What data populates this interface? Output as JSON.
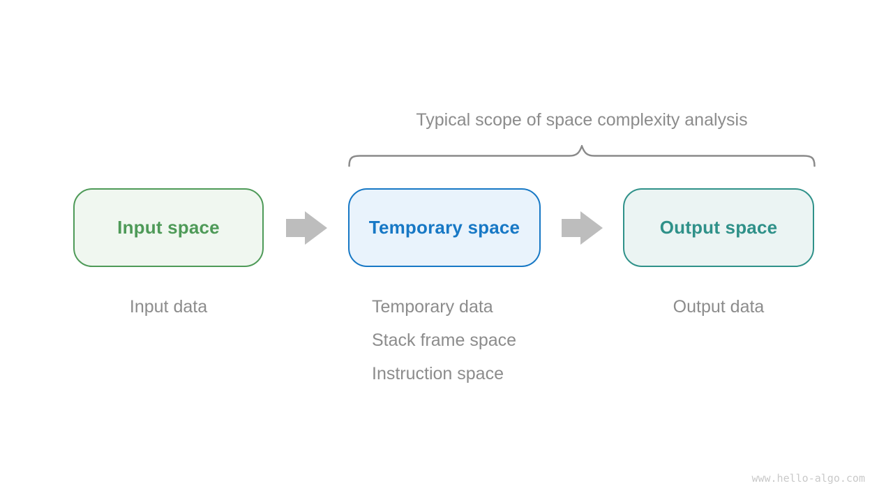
{
  "title": {
    "text": "Typical scope of space complexity analysis",
    "color": "#8c8c8c"
  },
  "brace": {
    "color": "#8a8a8a"
  },
  "boxes": [
    {
      "label": "Input space",
      "border_color": "#4e9a58",
      "fill_color": "#f0f7f0",
      "text_color": "#4e9a58"
    },
    {
      "label": "Temporary space",
      "border_color": "#1778c5",
      "fill_color": "#e9f3fc",
      "text_color": "#1778c5"
    },
    {
      "label": "Output space",
      "border_color": "#2f9189",
      "fill_color": "#ebf4f3",
      "text_color": "#2f9189"
    }
  ],
  "arrow": {
    "color": "#bdbdbd"
  },
  "notes": {
    "color": "#8c8c8c",
    "input": "Input data",
    "temporary": [
      "Temporary data",
      "Stack frame space",
      "Instruction space"
    ],
    "output": "Output data"
  },
  "watermark": {
    "text": "www.hello-algo.com",
    "color": "#c9c9c9"
  }
}
